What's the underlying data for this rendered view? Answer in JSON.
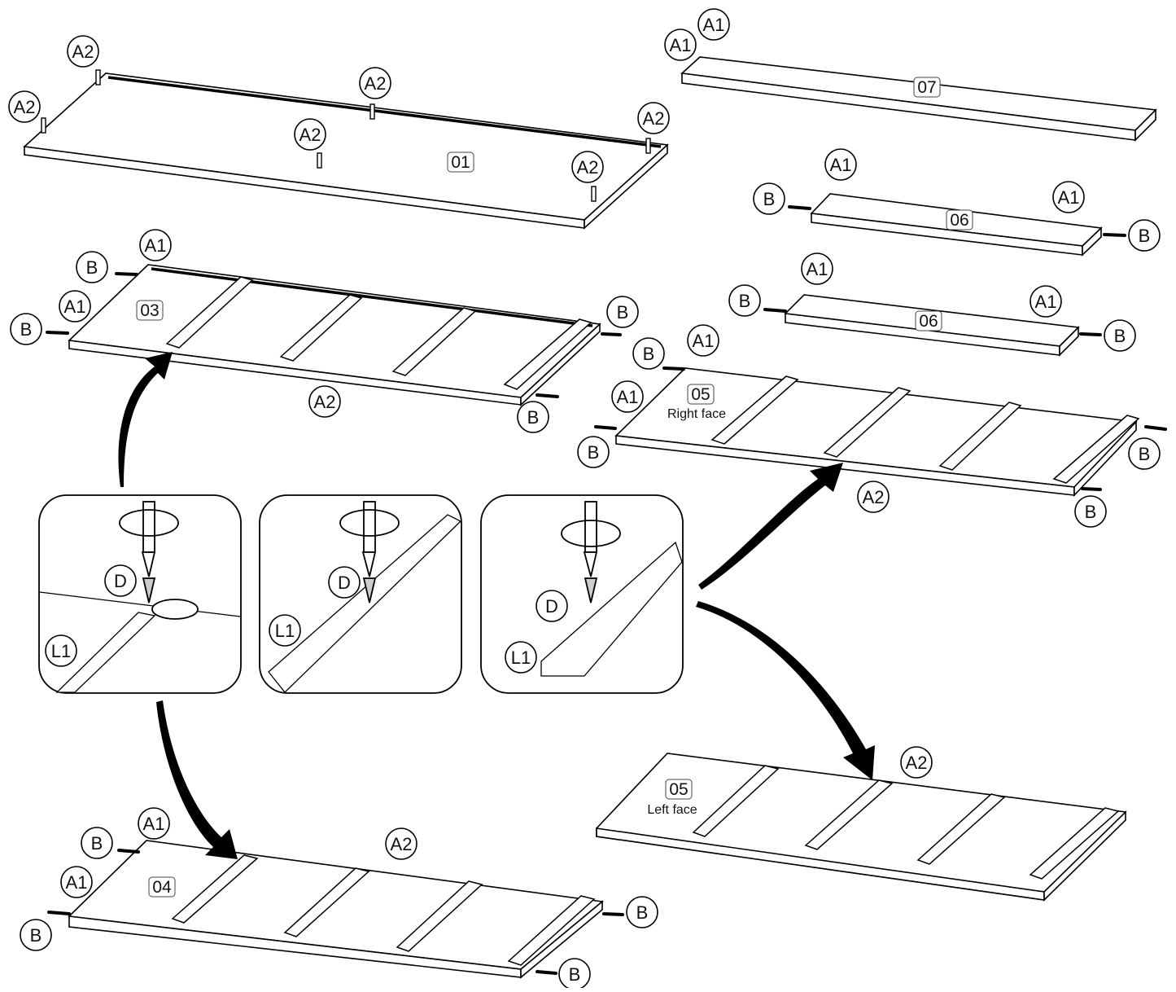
{
  "diagram": {
    "panels": [
      {
        "id": "01",
        "face": ""
      },
      {
        "id": "07",
        "face": ""
      },
      {
        "id": "06",
        "face": ""
      },
      {
        "id": "06",
        "face": ""
      },
      {
        "id": "03",
        "face": ""
      },
      {
        "id": "05",
        "face": "Right face"
      },
      {
        "id": "05",
        "face": "Left face"
      },
      {
        "id": "04",
        "face": ""
      }
    ],
    "parts": {
      "cam_lock": "A1",
      "cam_bolt": "A2",
      "dowel": "B",
      "screw": "D",
      "runner": "L1"
    }
  }
}
